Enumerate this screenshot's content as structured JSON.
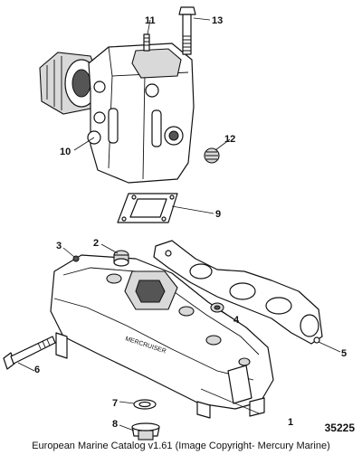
{
  "figure_id": "35225",
  "caption": "European Marine Catalog v1.61 (Image Copyright- Mercury Marine)",
  "callouts": [
    "1",
    "2",
    "3",
    "4",
    "5",
    "6",
    "7",
    "8",
    "9",
    "10",
    "11",
    "12",
    "13"
  ]
}
